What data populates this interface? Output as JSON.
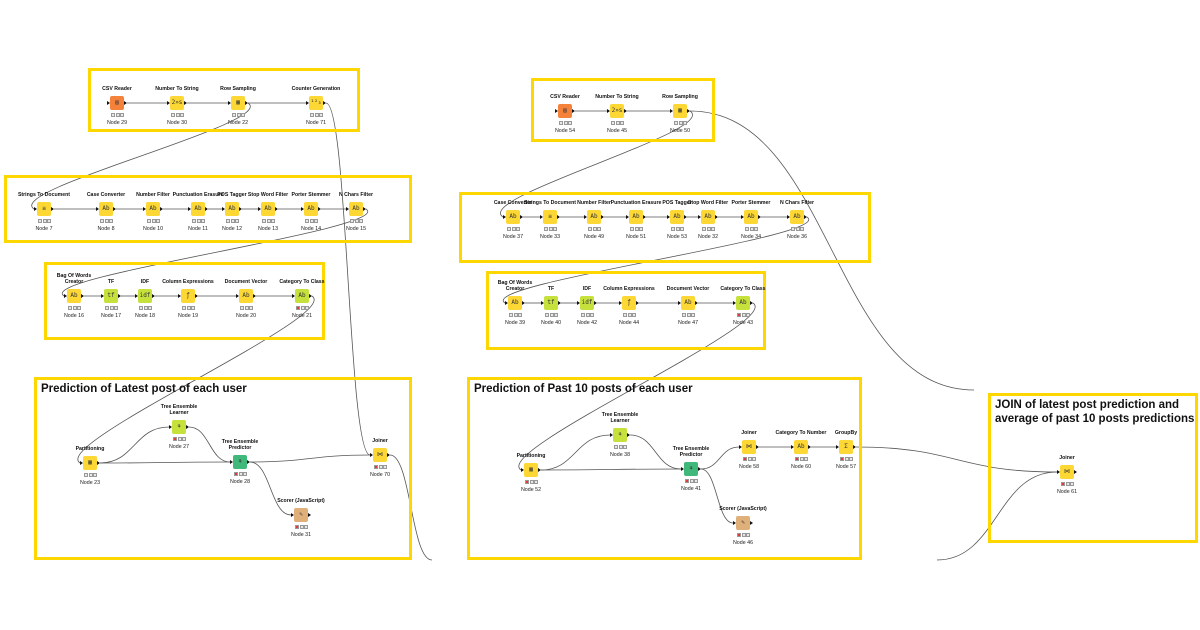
{
  "colors": {
    "group_border": "#ffd700",
    "source_node": "#f5823a",
    "manipulator_node": "#fdd835",
    "learner_node": "#c6e03c",
    "predictor_node": "#3fb87a",
    "visualizer_node": "#e0b07a",
    "status_red": "#e53935",
    "status_idle": "#e8e8e8"
  },
  "annotations": [
    {
      "id": "a1",
      "title": ""
    },
    {
      "id": "a2",
      "title": ""
    },
    {
      "id": "a3",
      "title": ""
    },
    {
      "id": "a4",
      "title": "Prediction of Latest post of each user"
    },
    {
      "id": "a5",
      "title": ""
    },
    {
      "id": "a6",
      "title": ""
    },
    {
      "id": "a7",
      "title": ""
    },
    {
      "id": "a8",
      "title": "Prediction of Past 10 posts of each user"
    },
    {
      "id": "a9",
      "title": "JOIN of latest post prediction and\naverage of past 10 posts predictions"
    }
  ],
  "nodes": [
    {
      "key": "n29",
      "name": "CSV Reader",
      "id": "Node 29",
      "kind": "source",
      "icon": "file-table-icon",
      "glyph": "▤",
      "status": "idle"
    },
    {
      "key": "n30",
      "name": "Number To String",
      "id": "Node 30",
      "kind": "manipulator",
      "icon": "convert-icon",
      "glyph": "2»s",
      "status": "idle"
    },
    {
      "key": "n22",
      "name": "Row Sampling",
      "id": "Node 22",
      "kind": "manipulator",
      "icon": "grid-icon",
      "glyph": "▦",
      "status": "idle"
    },
    {
      "key": "n71",
      "name": "Counter Generation",
      "id": "Node 71",
      "kind": "manipulator",
      "icon": "counter-icon",
      "glyph": "¹²₃",
      "status": "idle"
    },
    {
      "key": "n7",
      "name": "Strings To Document",
      "id": "Node 7",
      "kind": "manipulator",
      "icon": "document-icon",
      "glyph": "≡",
      "status": "idle"
    },
    {
      "key": "n8",
      "name": "Case Converter",
      "id": "Node 8",
      "kind": "manipulator",
      "icon": "text-process-icon",
      "glyph": "Ab",
      "status": "idle"
    },
    {
      "key": "n10",
      "name": "Number Filter",
      "id": "Node 10",
      "kind": "manipulator",
      "icon": "text-process-icon",
      "glyph": "Ab",
      "status": "idle"
    },
    {
      "key": "n11",
      "name": "Punctuation Erasure",
      "id": "Node 11",
      "kind": "manipulator",
      "icon": "text-process-icon",
      "glyph": "Ab",
      "status": "idle"
    },
    {
      "key": "n12",
      "name": "POS Tagger",
      "id": "Node 12",
      "kind": "manipulator",
      "icon": "tag-icon",
      "glyph": "Ab",
      "status": "idle"
    },
    {
      "key": "n13",
      "name": "Stop Word Filter",
      "id": "Node 13",
      "kind": "manipulator",
      "icon": "text-process-icon",
      "glyph": "Ab",
      "status": "idle"
    },
    {
      "key": "n14",
      "name": "Porter Stemmer",
      "id": "Node 14",
      "kind": "manipulator",
      "icon": "text-process-icon",
      "glyph": "Ab",
      "status": "idle"
    },
    {
      "key": "n15",
      "name": "N Chars Filter",
      "id": "Node 15",
      "kind": "manipulator",
      "icon": "text-process-icon",
      "glyph": "Ab",
      "status": "idle"
    },
    {
      "key": "n16",
      "name": "Bag Of Words\nCreator",
      "id": "Node 16",
      "kind": "manipulator",
      "icon": "bag-of-words-icon",
      "glyph": "Ab",
      "status": "idle"
    },
    {
      "key": "n17",
      "name": "TF",
      "id": "Node 17",
      "kind": "learner",
      "icon": "frequency-icon",
      "glyph": "tf",
      "status": "idle"
    },
    {
      "key": "n18",
      "name": "IDF",
      "id": "Node 18",
      "kind": "learner",
      "icon": "frequency-icon",
      "glyph": "idf",
      "status": "idle"
    },
    {
      "key": "n19",
      "name": "Column Expressions",
      "id": "Node 19",
      "kind": "manipulator",
      "icon": "expression-icon",
      "glyph": "ƒ",
      "status": "idle"
    },
    {
      "key": "n20",
      "name": "Document Vector",
      "id": "Node 20",
      "kind": "manipulator",
      "icon": "vector-icon",
      "glyph": "Ab",
      "status": "idle"
    },
    {
      "key": "n21",
      "name": "Category To Class",
      "id": "Node 21",
      "kind": "learner",
      "icon": "category-icon",
      "glyph": "Ab",
      "status": "red"
    },
    {
      "key": "n23",
      "name": "Partitioning",
      "id": "Node 23",
      "kind": "manipulator",
      "icon": "partition-icon",
      "glyph": "▦",
      "status": "idle"
    },
    {
      "key": "n27",
      "name": "Tree Ensemble\nLearner",
      "id": "Node 27",
      "kind": "learner",
      "icon": "tree-learner-icon",
      "glyph": "⚘",
      "status": "red"
    },
    {
      "key": "n28",
      "name": "Tree Ensemble\nPredictor",
      "id": "Node 28",
      "kind": "predictor",
      "icon": "tree-predictor-icon",
      "glyph": "⚘",
      "status": "red"
    },
    {
      "key": "n31",
      "name": "Scorer (JavaScript)",
      "id": "Node 31",
      "kind": "visualizer",
      "icon": "scorer-icon",
      "glyph": "✎",
      "status": "red"
    },
    {
      "key": "n70",
      "name": "Joiner",
      "id": "Node 70",
      "kind": "manipulator",
      "icon": "joiner-icon",
      "glyph": "⋈",
      "status": "red"
    },
    {
      "key": "n54",
      "name": "CSV Reader",
      "id": "Node 54",
      "kind": "source",
      "icon": "file-table-icon",
      "glyph": "▤",
      "status": "idle"
    },
    {
      "key": "n45",
      "name": "Number To String",
      "id": "Node 45",
      "kind": "manipulator",
      "icon": "convert-icon",
      "glyph": "2»s",
      "status": "idle"
    },
    {
      "key": "n50",
      "name": "Row Sampling",
      "id": "Node 50",
      "kind": "manipulator",
      "icon": "grid-icon",
      "glyph": "▦",
      "status": "idle"
    },
    {
      "key": "n37",
      "name": "Case Converter",
      "id": "Node 37",
      "kind": "manipulator",
      "icon": "text-process-icon",
      "glyph": "Ab",
      "status": "idle"
    },
    {
      "key": "n33",
      "name": "Strings To Document",
      "id": "Node 33",
      "kind": "manipulator",
      "icon": "document-icon",
      "glyph": "≡",
      "status": "idle"
    },
    {
      "key": "n49",
      "name": "Number Filter",
      "id": "Node 49",
      "kind": "manipulator",
      "icon": "text-process-icon",
      "glyph": "Ab",
      "status": "idle"
    },
    {
      "key": "n51",
      "name": "Punctuation Erasure",
      "id": "Node 51",
      "kind": "manipulator",
      "icon": "text-process-icon",
      "glyph": "Ab",
      "status": "idle"
    },
    {
      "key": "n53",
      "name": "POS Tagger",
      "id": "Node 53",
      "kind": "manipulator",
      "icon": "tag-icon",
      "glyph": "Ab",
      "status": "idle"
    },
    {
      "key": "n32",
      "name": "Stop Word Filter",
      "id": "Node 32",
      "kind": "manipulator",
      "icon": "text-process-icon",
      "glyph": "Ab",
      "status": "idle"
    },
    {
      "key": "n34",
      "name": "Porter Stemmer",
      "id": "Node 34",
      "kind": "manipulator",
      "icon": "text-process-icon",
      "glyph": "Ab",
      "status": "idle"
    },
    {
      "key": "n36",
      "name": "N Chars Filter",
      "id": "Node 36",
      "kind": "manipulator",
      "icon": "text-process-icon",
      "glyph": "Ab",
      "status": "idle"
    },
    {
      "key": "n39",
      "name": "Bag Of Words\nCreator",
      "id": "Node 39",
      "kind": "manipulator",
      "icon": "bag-of-words-icon",
      "glyph": "Ab",
      "status": "idle"
    },
    {
      "key": "n40",
      "name": "TF",
      "id": "Node 40",
      "kind": "learner",
      "icon": "frequency-icon",
      "glyph": "tf",
      "status": "idle"
    },
    {
      "key": "n42",
      "name": "IDF",
      "id": "Node 42",
      "kind": "learner",
      "icon": "frequency-icon",
      "glyph": "idf",
      "status": "idle"
    },
    {
      "key": "n44",
      "name": "Column Expressions",
      "id": "Node 44",
      "kind": "manipulator",
      "icon": "expression-icon",
      "glyph": "ƒ",
      "status": "idle"
    },
    {
      "key": "n47",
      "name": "Document Vector",
      "id": "Node 47",
      "kind": "manipulator",
      "icon": "vector-icon",
      "glyph": "Ab",
      "status": "idle"
    },
    {
      "key": "n43",
      "name": "Category To Class",
      "id": "Node 43",
      "kind": "learner",
      "icon": "category-icon",
      "glyph": "Ab",
      "status": "red"
    },
    {
      "key": "n52",
      "name": "Partitioning",
      "id": "Node 52",
      "kind": "manipulator",
      "icon": "partition-icon",
      "glyph": "▦",
      "status": "red"
    },
    {
      "key": "n38",
      "name": "Tree Ensemble\nLearner",
      "id": "Node 38",
      "kind": "learner",
      "icon": "tree-learner-icon",
      "glyph": "⚘",
      "status": "idle"
    },
    {
      "key": "n41",
      "name": "Tree Ensemble\nPredictor",
      "id": "Node 41",
      "kind": "predictor",
      "icon": "tree-predictor-icon",
      "glyph": "⚘",
      "status": "red"
    },
    {
      "key": "n46",
      "name": "Scorer (JavaScript)",
      "id": "Node 46",
      "kind": "visualizer",
      "icon": "scorer-icon",
      "glyph": "✎",
      "status": "red"
    },
    {
      "key": "n58",
      "name": "Joiner",
      "id": "Node 58",
      "kind": "manipulator",
      "icon": "joiner-icon",
      "glyph": "⋈",
      "status": "red"
    },
    {
      "key": "n60",
      "name": "Category To Number",
      "id": "Node 60",
      "kind": "manipulator",
      "icon": "category-icon",
      "glyph": "Ab",
      "status": "red"
    },
    {
      "key": "n57",
      "name": "GroupBy",
      "id": "Node 57",
      "kind": "manipulator",
      "icon": "groupby-icon",
      "glyph": "Σ",
      "status": "red"
    },
    {
      "key": "n61",
      "name": "Joiner",
      "id": "Node 61",
      "kind": "manipulator",
      "icon": "joiner-icon",
      "glyph": "⋈",
      "status": "red"
    }
  ],
  "connections": [
    [
      "n29",
      "n30"
    ],
    [
      "n30",
      "n22"
    ],
    [
      "n22",
      "n71"
    ],
    [
      "n22",
      "n7"
    ],
    [
      "n71",
      "n70"
    ],
    [
      "n7",
      "n8"
    ],
    [
      "n8",
      "n10"
    ],
    [
      "n10",
      "n11"
    ],
    [
      "n11",
      "n12"
    ],
    [
      "n12",
      "n13"
    ],
    [
      "n13",
      "n14"
    ],
    [
      "n14",
      "n15"
    ],
    [
      "n15",
      "n16"
    ],
    [
      "n16",
      "n17"
    ],
    [
      "n17",
      "n18"
    ],
    [
      "n18",
      "n19"
    ],
    [
      "n19",
      "n20"
    ],
    [
      "n20",
      "n21"
    ],
    [
      "n21",
      "n23"
    ],
    [
      "n23",
      "n27"
    ],
    [
      "n23",
      "n28"
    ],
    [
      "n27",
      "n28"
    ],
    [
      "n28",
      "n70"
    ],
    [
      "n28",
      "n31"
    ],
    [
      "n70",
      "out70"
    ],
    [
      "n54",
      "n45"
    ],
    [
      "n45",
      "n50"
    ],
    [
      "n50",
      "n37"
    ],
    [
      "n50",
      "in61far"
    ],
    [
      "n37",
      "n33"
    ],
    [
      "n33",
      "n49"
    ],
    [
      "n49",
      "n51"
    ],
    [
      "n51",
      "n53"
    ],
    [
      "n53",
      "n32"
    ],
    [
      "n32",
      "n34"
    ],
    [
      "n34",
      "n36"
    ],
    [
      "n36",
      "n39"
    ],
    [
      "n39",
      "n40"
    ],
    [
      "n40",
      "n42"
    ],
    [
      "n42",
      "n44"
    ],
    [
      "n44",
      "n47"
    ],
    [
      "n47",
      "n43"
    ],
    [
      "n43",
      "n52"
    ],
    [
      "n52",
      "n38"
    ],
    [
      "n52",
      "n41"
    ],
    [
      "n38",
      "n41"
    ],
    [
      "n41",
      "n58"
    ],
    [
      "n41",
      "n46"
    ],
    [
      "n58",
      "n60"
    ],
    [
      "n60",
      "n57"
    ],
    [
      "n57",
      "n61"
    ],
    [
      "in61low",
      "n61"
    ]
  ]
}
